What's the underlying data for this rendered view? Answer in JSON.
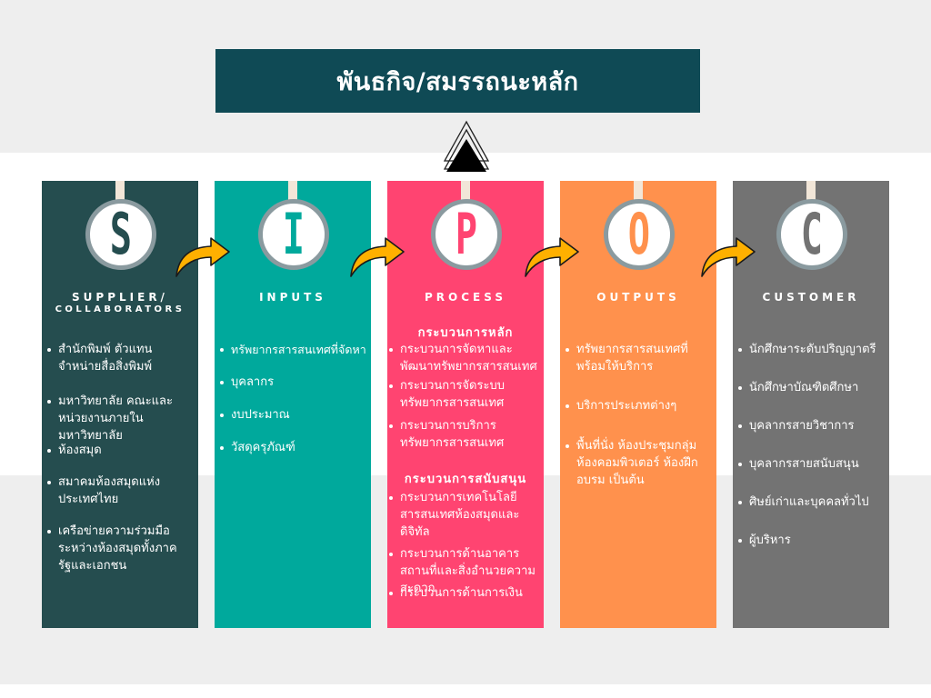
{
  "title": "พันธกิจ/สมรรถนะหลัก",
  "colors": {
    "title_bg": "#0f4a55",
    "supplier": "#254d4f",
    "inputs": "#00a99c",
    "process": "#ff4471",
    "outputs": "#ff914d",
    "customer": "#737373",
    "arrow": "#ffb000"
  },
  "icons": {
    "flow": "curved-arrow-icon",
    "title": "triangle-up-icon"
  },
  "columns": {
    "supplier": {
      "letter": "S",
      "heading": "SUPPLIER/",
      "heading_sub": "COLLABORATORS",
      "items": [
        "สำนักพิมพ์ ตัวแทนจำหน่ายสื่อสิ่งพิมพ์",
        "มหาวิทยาลัย คณะและหน่วยงานภายในมหาวิทยาลัย",
        "ห้องสมุด",
        "สมาคมห้องสมุดแห่งประเทศไทย",
        "เครือข่ายความร่วมมือระหว่างห้องสมุดทั้งภาครัฐและเอกชน"
      ]
    },
    "inputs": {
      "letter": "I",
      "heading": "INPUTS",
      "items": [
        "ทรัพยากรสารสนเทศที่จัดหา",
        "บุคลากร",
        "งบประมาณ",
        "วัสดุครุภัณฑ์"
      ]
    },
    "process": {
      "letter": "P",
      "heading": "PROCESS",
      "core_heading": "กระบวนการหลัก",
      "core_items": [
        "กระบวนการจัดหาและพัฒนาทรัพยากรสารสนเทศ",
        "กระบวนการจัดระบบทรัพยากรสารสนเทศ",
        "กระบวนการบริการ ทรัพยากรสารสนเทศ"
      ],
      "support_heading": "กระบวนการสนับสนุน",
      "support_items": [
        "กระบวนการเทคโนโลยีสารสนเทศห้องสมุดและดิจิทัล",
        "กระบวนการด้านอาคารสถานที่และสิ่งอำนวยความสะดวก",
        "กระบวนการด้านการเงิน"
      ]
    },
    "outputs": {
      "letter": "O",
      "heading": "OUTPUTS",
      "items": [
        "ทรัพยากรสารสนเทศที่พร้อมให้บริการ",
        "บริการประเภทต่างๆ",
        "พื้นที่นั่ง ห้องประชุมกลุ่ม ห้องคอมพิวเตอร์ ห้องฝึกอบรม เป็นต้น"
      ]
    },
    "customer": {
      "letter": "C",
      "heading": "CUSTOMER",
      "items": [
        "นักศึกษาระดับปริญญาตรี",
        "นักศึกษาบัณฑิตศึกษา",
        "บุคลากรสายวิชาการ",
        "บุคลากรสายสนับสนุน",
        "ศิษย์เก่าและบุคคลทั่วไป",
        "ผู้บริหาร"
      ]
    }
  }
}
